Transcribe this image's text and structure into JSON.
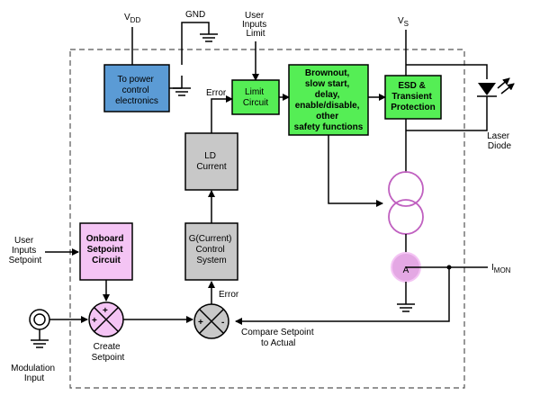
{
  "supplies": {
    "vdd_main": "V",
    "vdd_sub": "DD",
    "gnd": "GND",
    "vs_main": "V",
    "vs_sub": "S"
  },
  "inputs": {
    "user_inputs_limit": [
      "User",
      "Inputs",
      "Limit"
    ],
    "user_inputs_setpoint": [
      "User",
      "Inputs",
      "Setpoint"
    ],
    "modulation_input": [
      "Modulation",
      "Input"
    ]
  },
  "blocks": {
    "power_control": [
      "To power",
      "control",
      "electronics"
    ],
    "limit_circuit": [
      "Limit",
      "Circuit"
    ],
    "brownout": [
      "Brownout,",
      "slow start,",
      "delay,",
      "enable/disable,",
      "other",
      "safety functions"
    ],
    "esd": [
      "ESD &",
      "Transient",
      "Protection"
    ],
    "ld_current": [
      "LD",
      "Current"
    ],
    "gcontrol": [
      "G(Current)",
      "Control",
      "System"
    ],
    "onboard_setpoint": [
      "Onboard",
      "Setpoint",
      "Circuit"
    ]
  },
  "labels": {
    "error_top": "Error",
    "error_bottom": "Error",
    "laser_diode": [
      "Laser",
      "Diode"
    ],
    "ammeter": "A",
    "imon_main": "I",
    "imon_sub": "MON",
    "create_setpoint": [
      "Create",
      "Setpoint"
    ],
    "compare": [
      "Compare  Setpoint",
      "to Actual"
    ],
    "plus": "+",
    "minus": "-"
  },
  "colors": {
    "blue": "#5b9bd5",
    "green": "#55ee55",
    "gray": "#c8c8c8",
    "pink": "#f4c4f4",
    "pink_stroke": "#c060c0",
    "ammeter_fill": "#e4a8e4"
  }
}
